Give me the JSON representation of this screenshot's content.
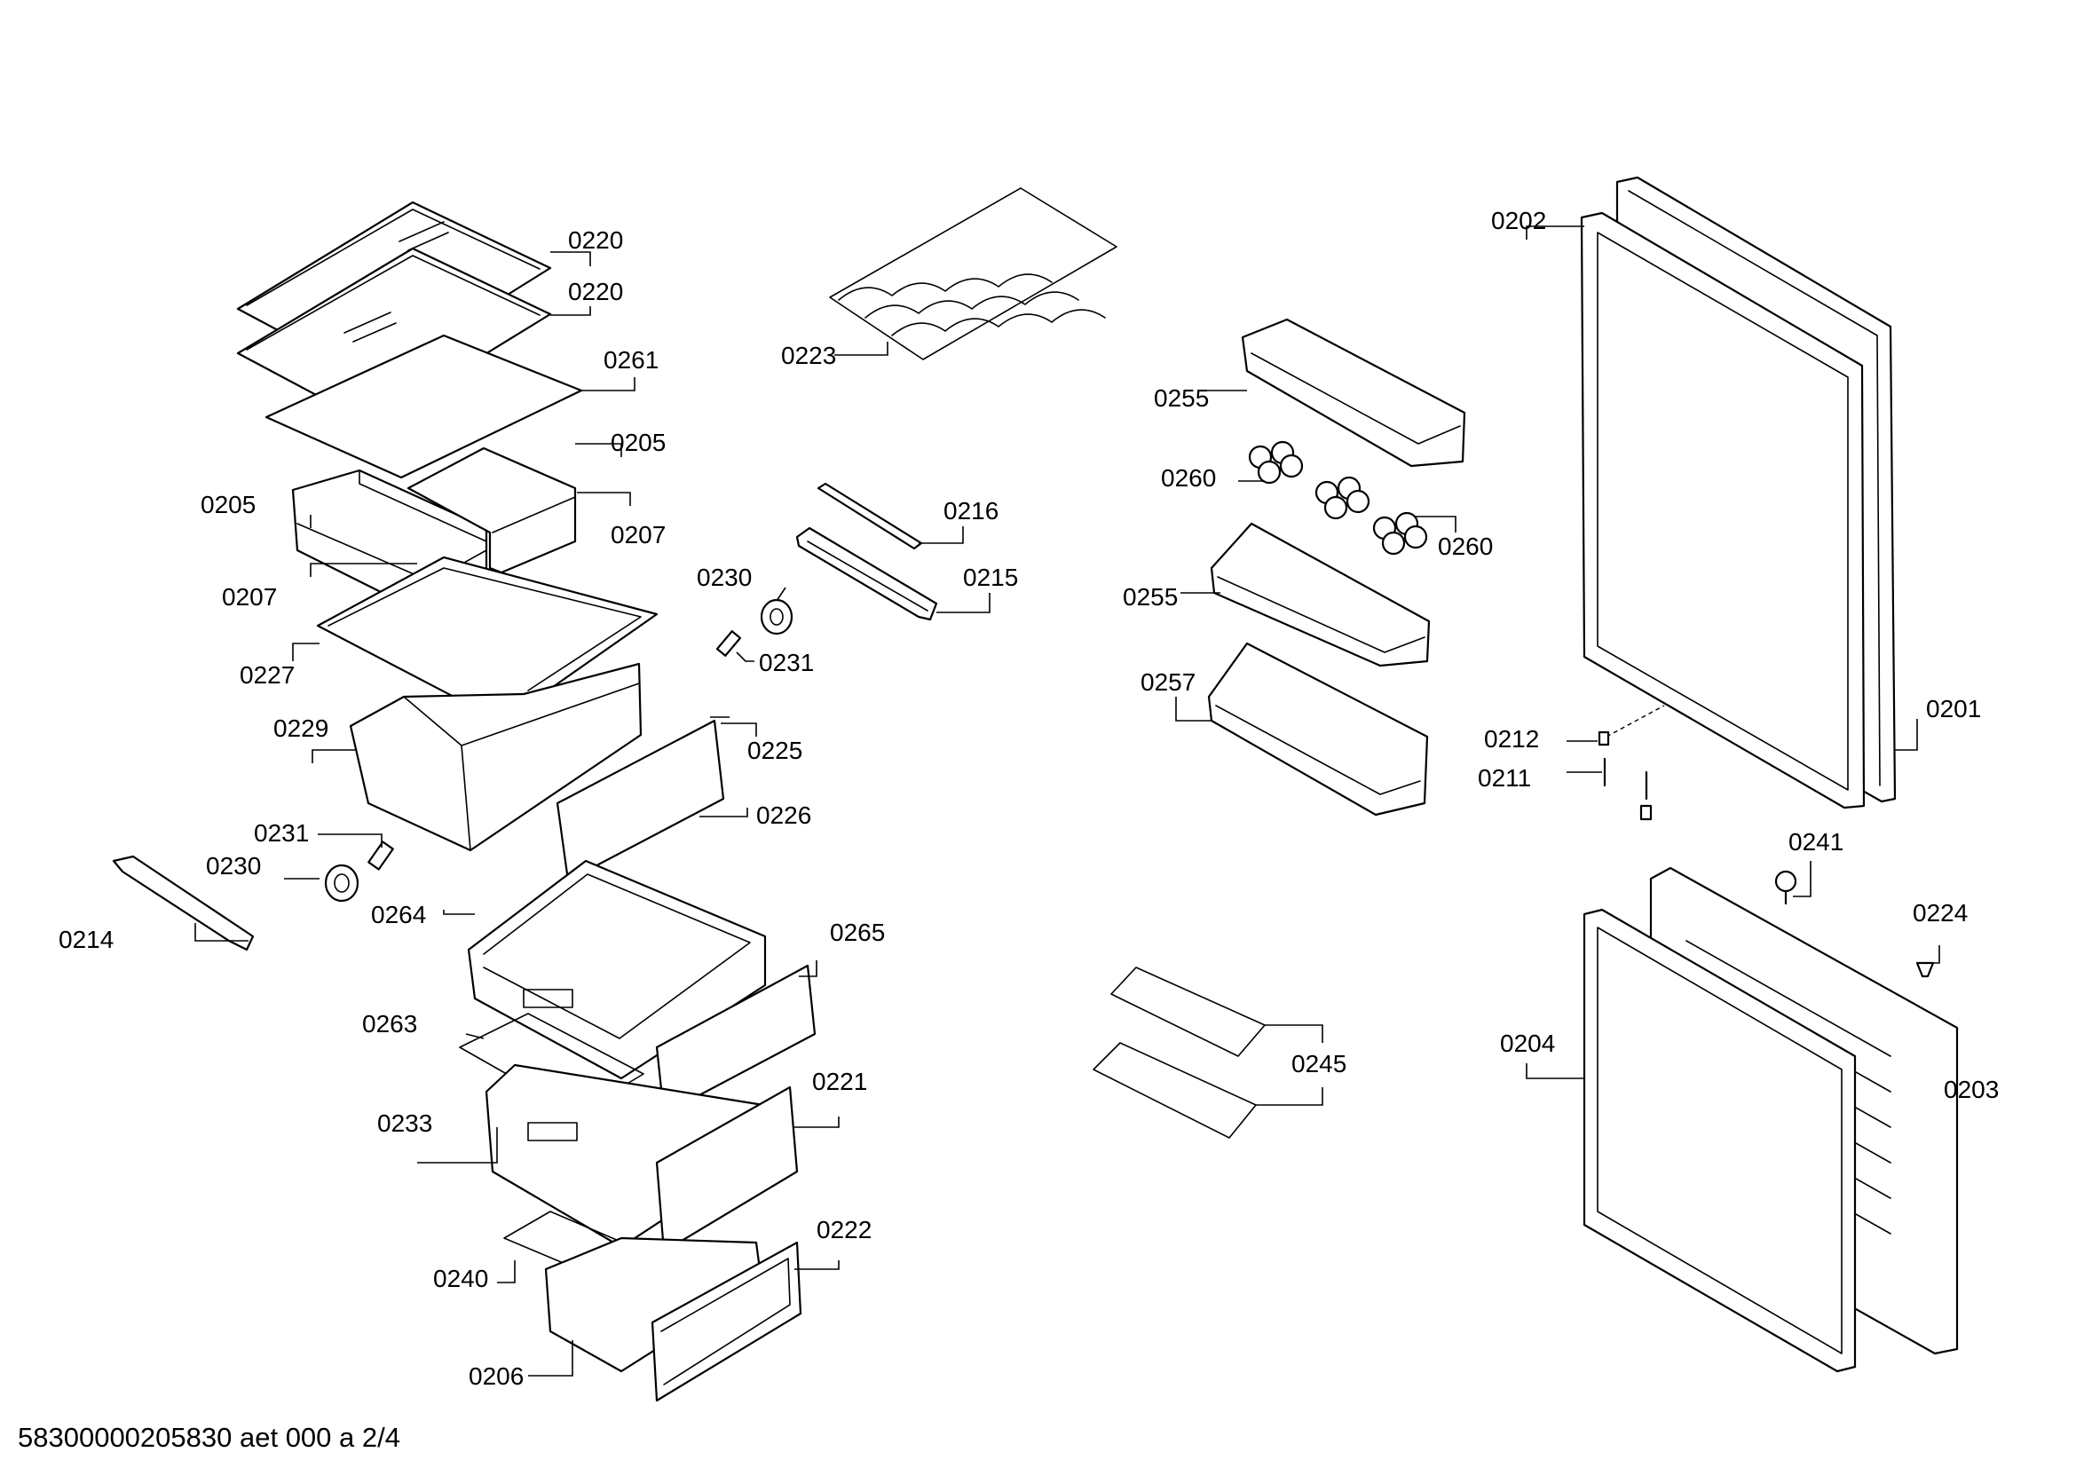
{
  "labels": {
    "l0220a": "0220",
    "l0220b": "0220",
    "l0261": "0261",
    "l0205a": "0205",
    "l0205b": "0205",
    "l0207a": "0207",
    "l0207b": "0207",
    "l0227": "0227",
    "l0229": "0229",
    "l0225": "0225",
    "l0226": "0226",
    "l0231a": "0231",
    "l0230a": "0230",
    "l0214": "0214",
    "l0264": "0264",
    "l0265": "0265",
    "l0263": "0263",
    "l0233": "0233",
    "l0221": "0221",
    "l0240": "0240",
    "l0222": "0222",
    "l0206": "0206",
    "l0223": "0223",
    "l0216": "0216",
    "l0230b": "0230",
    "l0215": "0215",
    "l0231b": "0231",
    "l0255a": "0255",
    "l0260a": "0260",
    "l0260b": "0260",
    "l0255b": "0255",
    "l0257": "0257",
    "l0245": "0245",
    "l0202": "0202",
    "l0201": "0201",
    "l0212": "0212",
    "l0211": "0211",
    "l0241": "0241",
    "l0224": "0224",
    "l0204": "0204",
    "l0203": "0203"
  },
  "footer": "58300000205830 aet 000 a 2/4"
}
